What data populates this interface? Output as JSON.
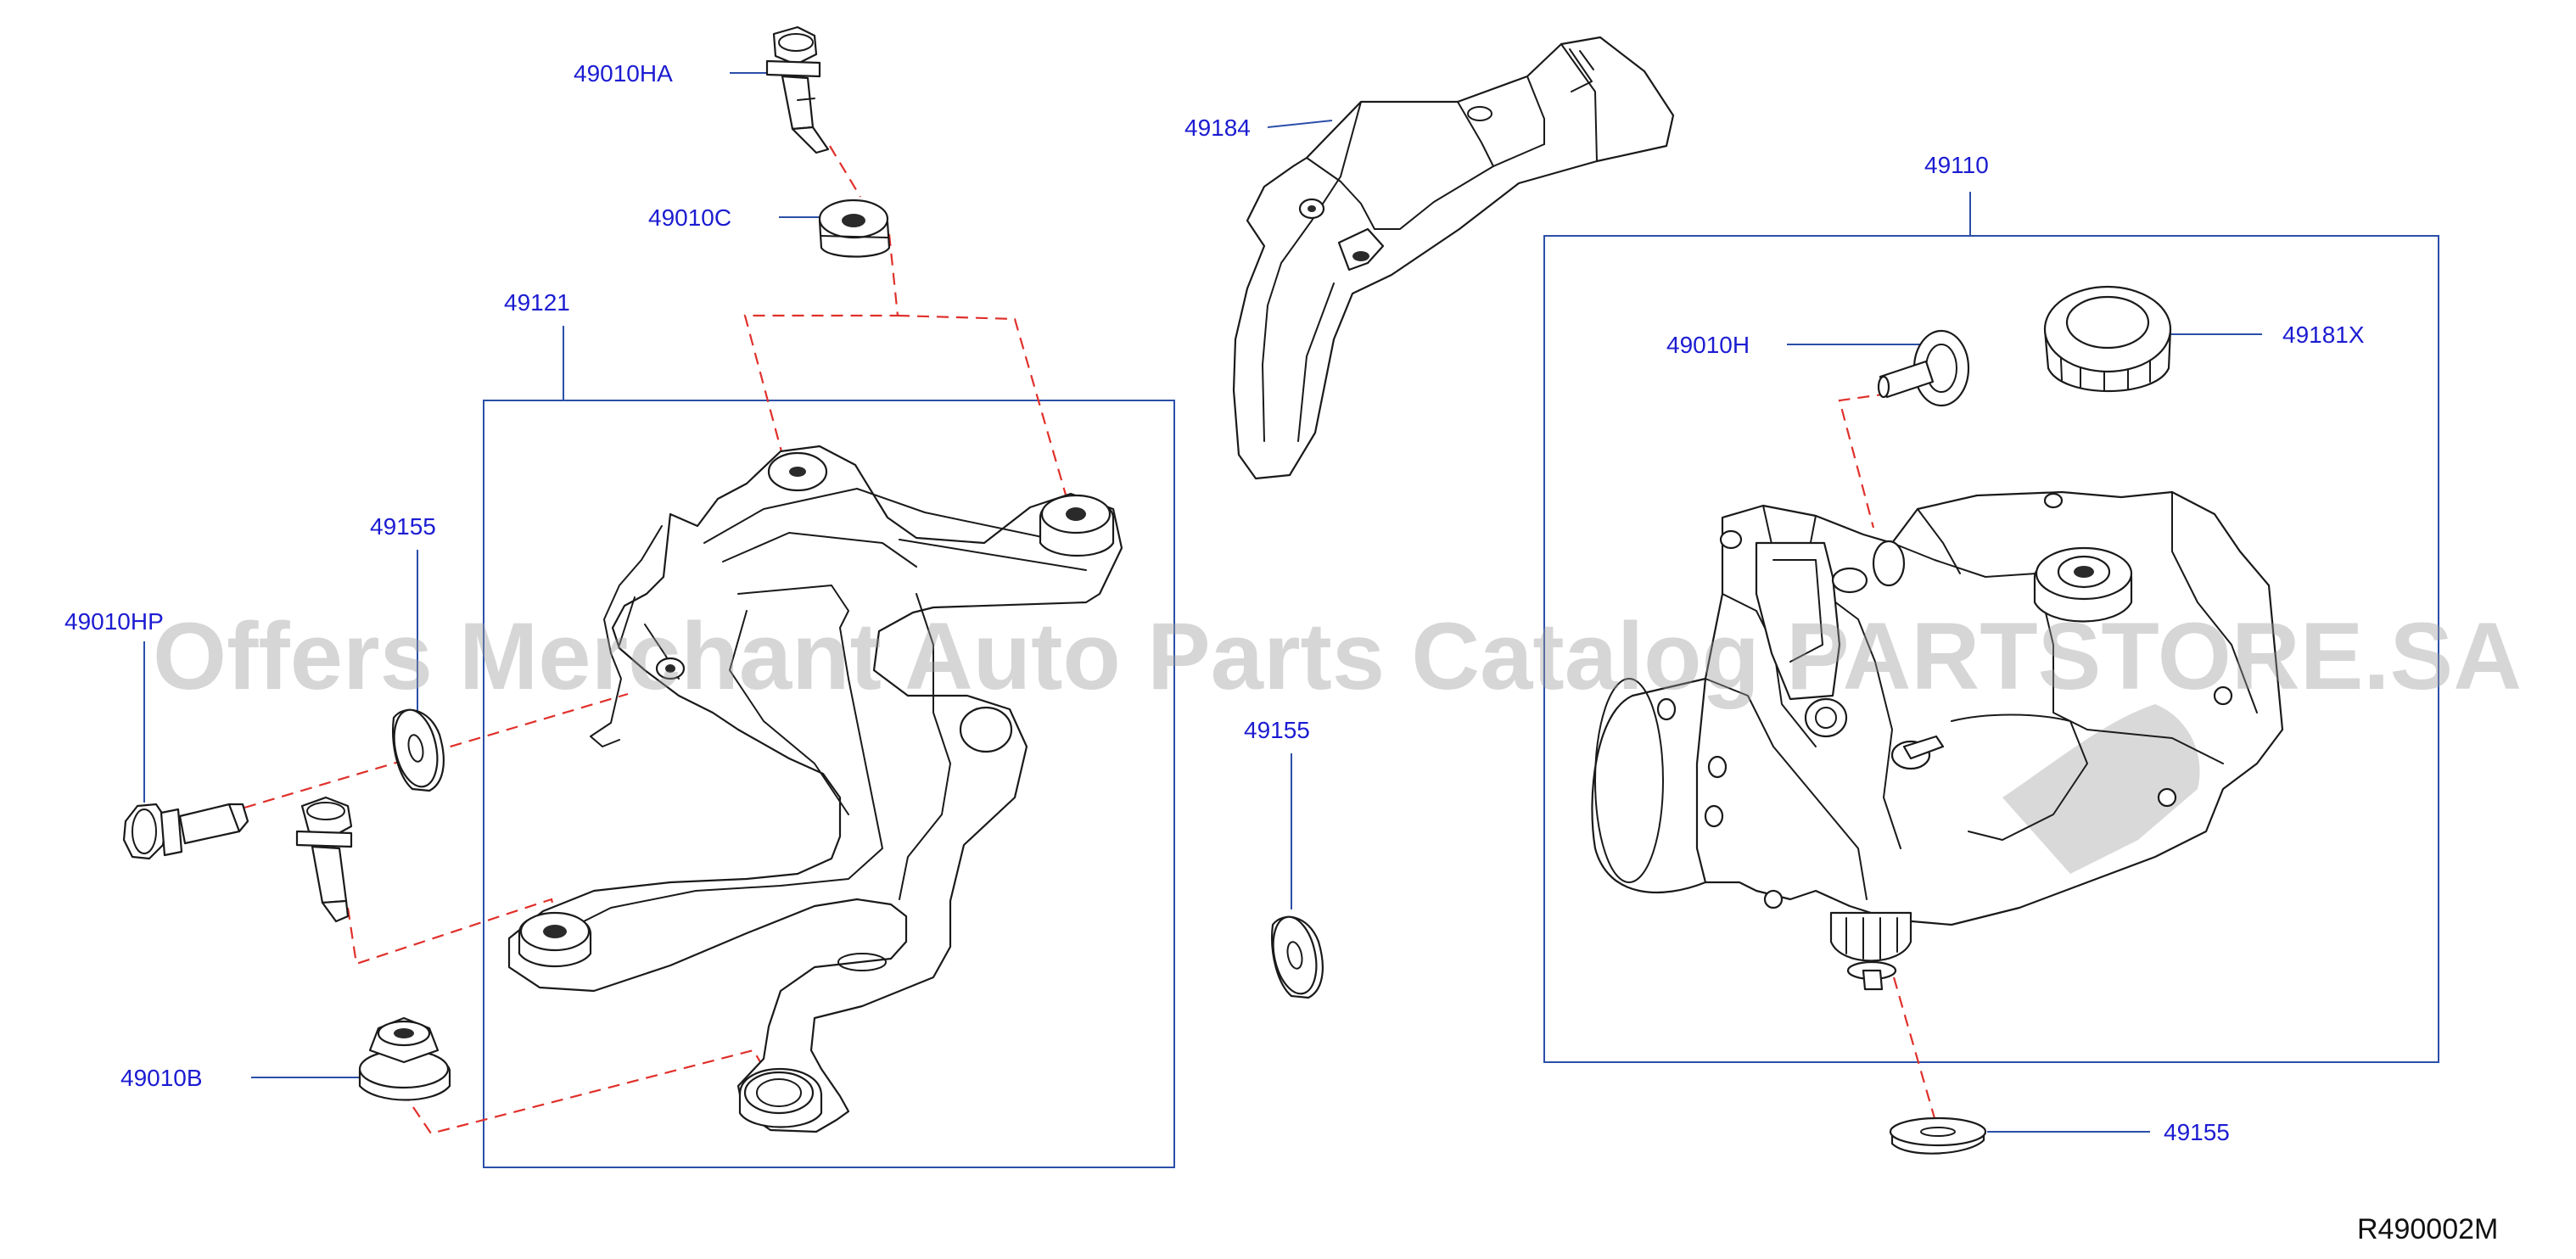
{
  "watermark": "Offers Merchant Auto Parts Catalog PARTSTORE.SA",
  "reference_code": "R490002M",
  "colors": {
    "label_text": "#1c1cd2",
    "leader_lines": "#2b4fa8",
    "dashed_guides": "#e0302a",
    "linework": "#1a1a1a"
  },
  "parts": {
    "bolt_top": "49010HA",
    "grommet_top": "49010C",
    "bracket": "49121",
    "washer_left": "49155",
    "bolt_left": "49010HP",
    "nut_left": "49010B",
    "cover": "49184",
    "washer_center": "49155",
    "actuator_assembly": "49110",
    "stud": "49010H",
    "cap": "49181X",
    "washer_bottom": "49155"
  }
}
